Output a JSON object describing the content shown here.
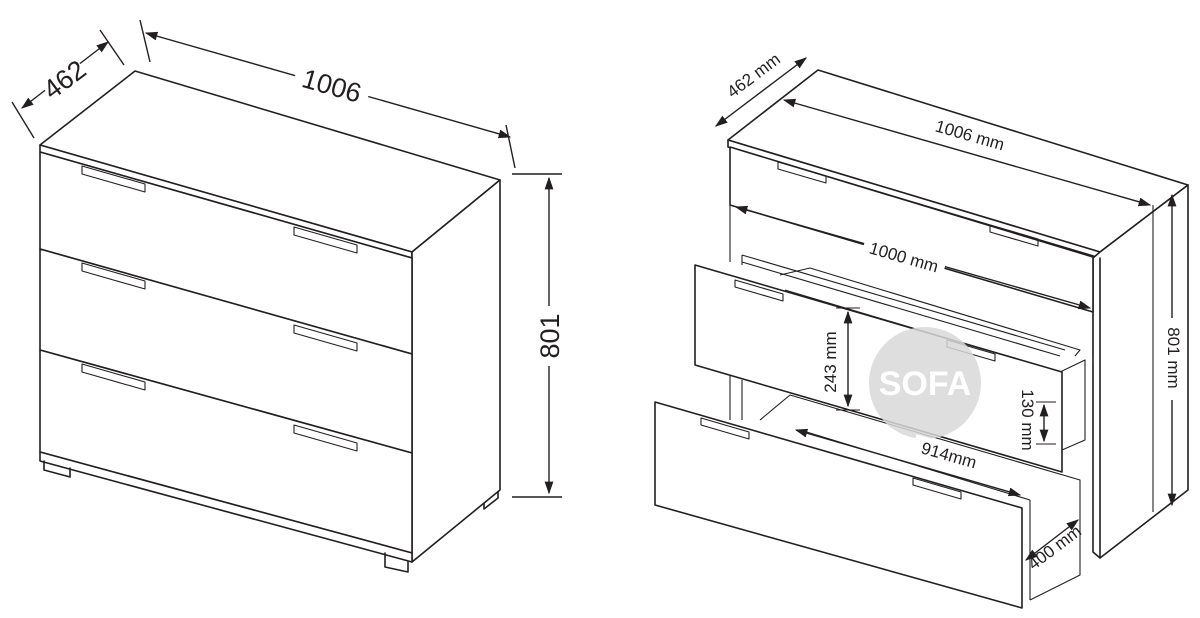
{
  "left_view": {
    "depth_label": "462",
    "width_label": "1006",
    "height_label": "801"
  },
  "right_view": {
    "depth_label": "462 mm",
    "width_label": "1006 mm",
    "inner_width_label": "1000 mm",
    "drawer_height_label": "243 mm",
    "side_height_label": "130 mm",
    "drawer_inner_width_label": "914mm",
    "drawer_depth_label": "400 mm",
    "height_label": "801 mm"
  },
  "watermark": {
    "text": "SOFA",
    "color": "#d9d9d9"
  },
  "colors": {
    "line": "#231f20",
    "background": "#ffffff"
  }
}
